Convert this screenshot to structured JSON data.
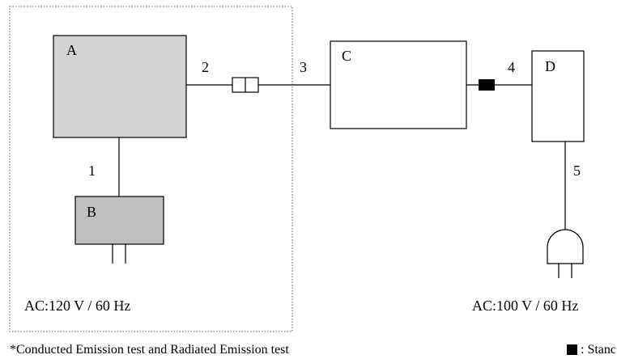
{
  "colors": {
    "line": "#000000",
    "box_a_fill": "#d3d3d3",
    "box_b_fill": "#bfbfbf",
    "box_plain_fill": "#ffffff",
    "boundary_dots": "#555555",
    "ferrite": "#000000"
  },
  "boxes": {
    "a": {
      "label": "A"
    },
    "b": {
      "label": "B"
    },
    "c": {
      "label": "C"
    },
    "d": {
      "label": "D"
    }
  },
  "cables": {
    "c1": "1",
    "c2": "2",
    "c3": "3",
    "c4": "4",
    "c5": "5"
  },
  "power": {
    "left": "AC:120 V / 60 Hz",
    "right": "AC:100 V / 60 Hz"
  },
  "notes": {
    "test_scope": "*Conducted Emission test and Radiated Emission test",
    "legend": ": Stanc"
  },
  "icons": [
    "connector-icon",
    "ferrite-core-icon",
    "ac-plug-icon",
    "ac-prongs-icon"
  ]
}
